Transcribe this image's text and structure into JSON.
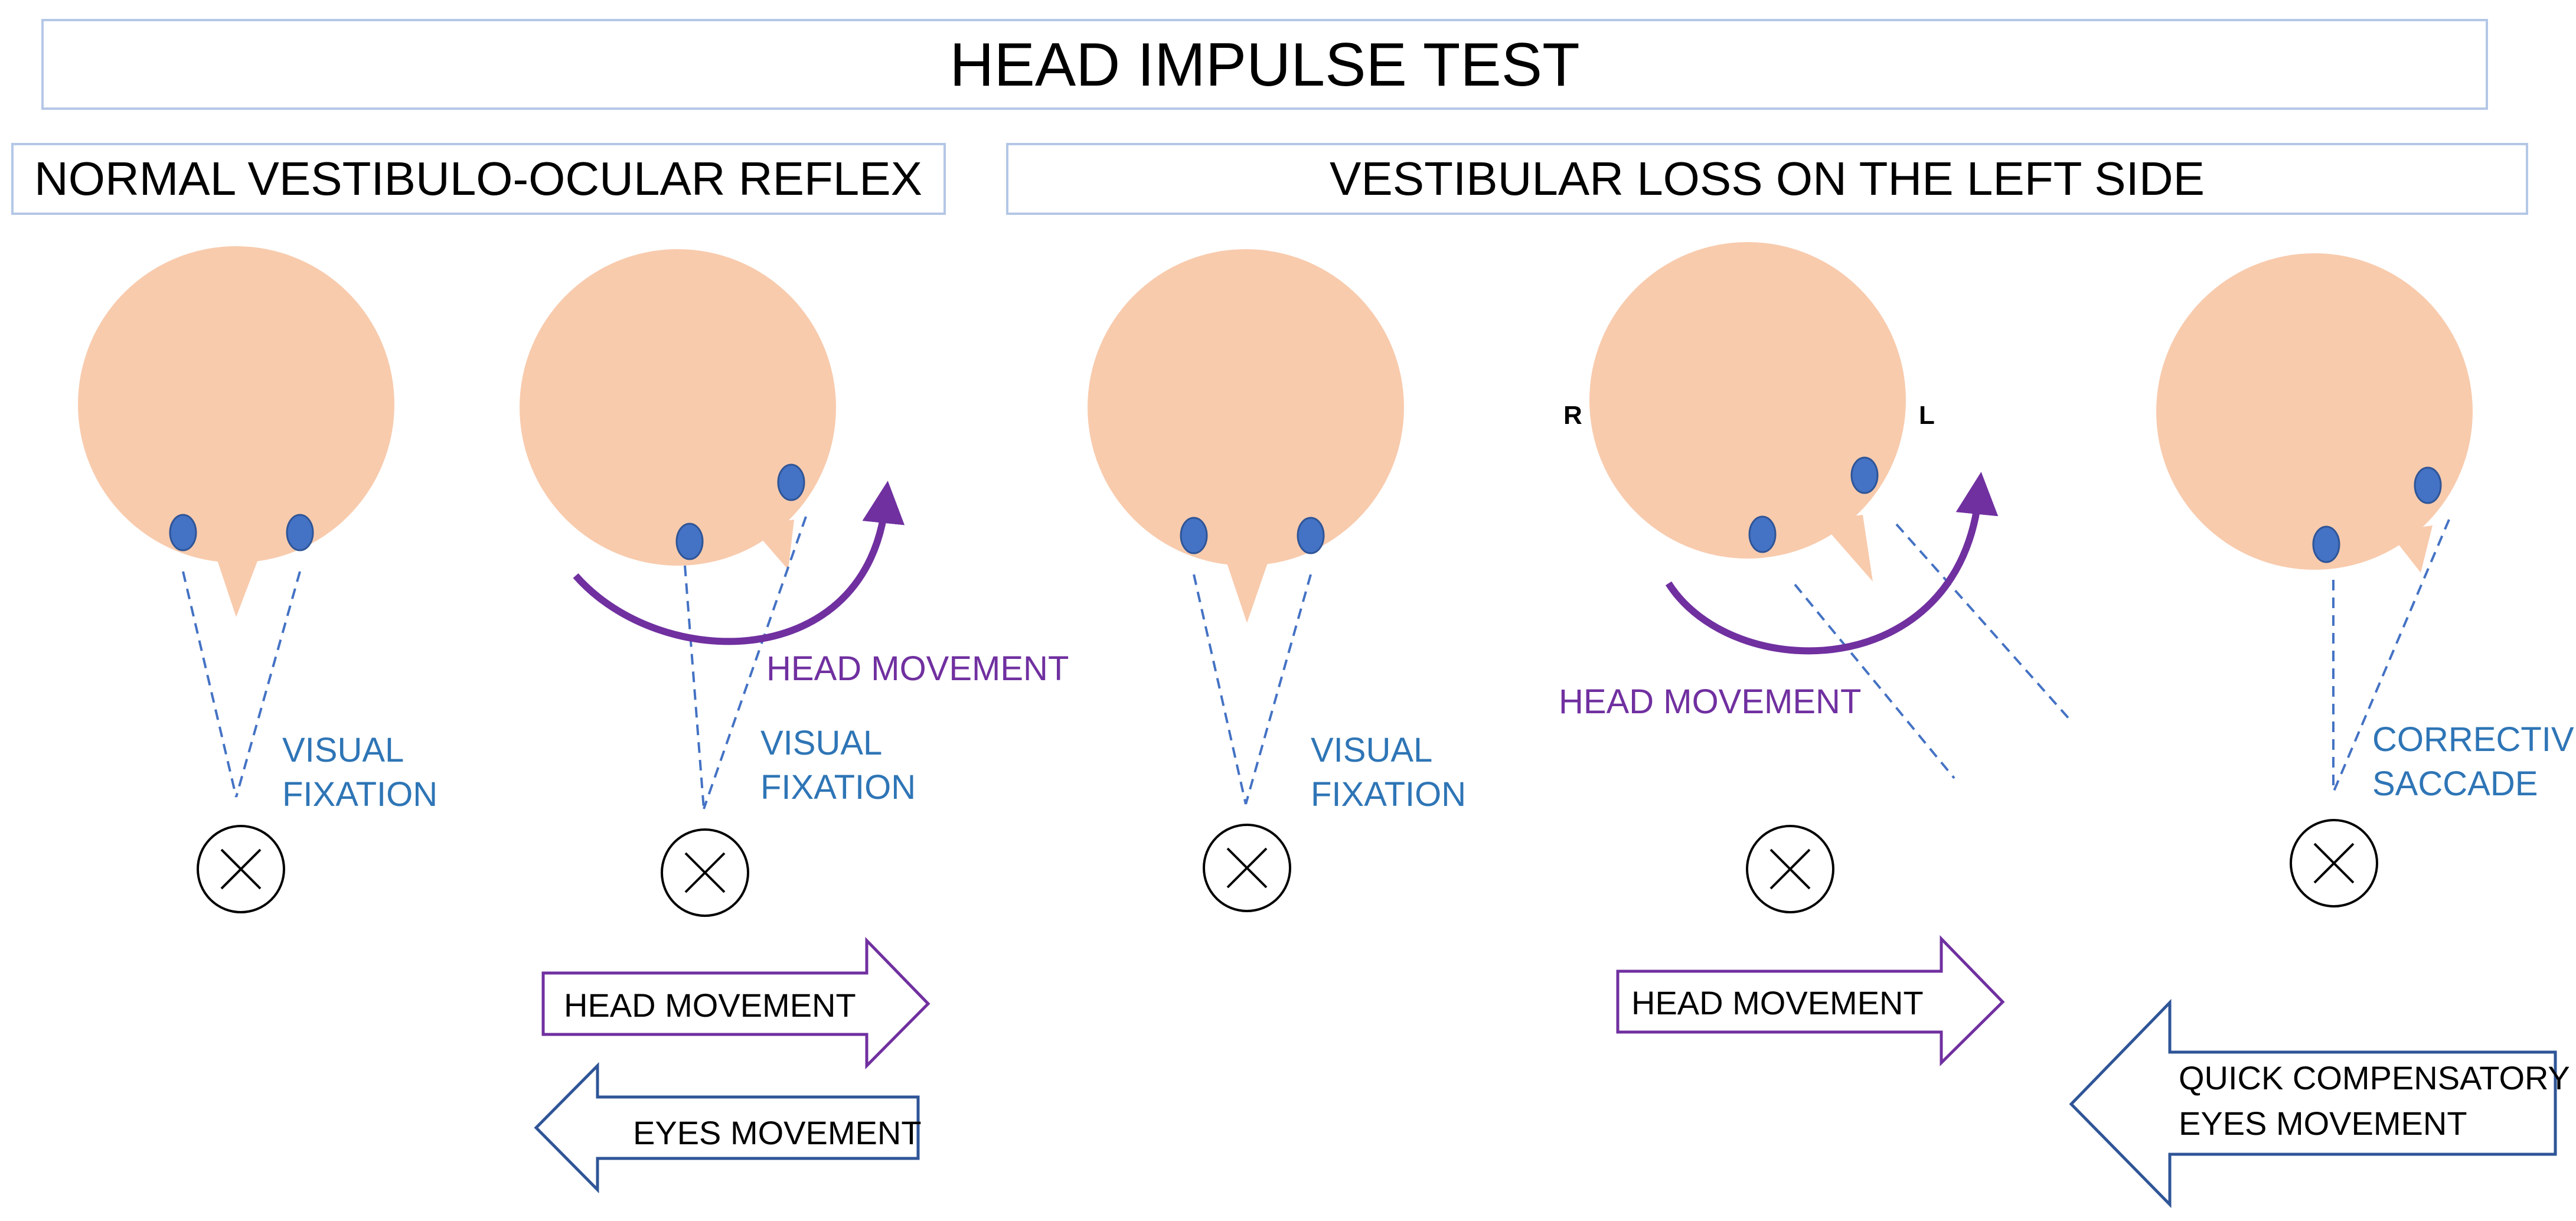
{
  "title": "HEAD IMPULSE TEST",
  "sections": {
    "normal": "NORMAL VESTIBULO-OCULAR REFLEX",
    "loss": "VESTIBULAR LOSS ON THE LEFT SIDE"
  },
  "labels": {
    "visual_fixation_line1": "VISUAL",
    "visual_fixation_line2": "FIXATION",
    "head_movement": "HEAD MOVEMENT",
    "eyes_movement": "EYES MOVEMENT",
    "corrective_saccade_line1": "CORRECTIVE",
    "corrective_saccade_line2": "SACCADE",
    "quick_comp_line1": "QUICK COMPENSATORY",
    "quick_comp_line2": "EYES MOVEMENT",
    "right_side": "R",
    "left_side": "L"
  },
  "colors": {
    "head": "#f8cbad",
    "eye": "#4472c4",
    "fixation_text": "#2e75b6",
    "head_movement": "#7030a0",
    "eyes_movement_arrow": "#2f5597",
    "box_border": "#b4c7e7"
  },
  "icons": {
    "target": "circled-x-icon",
    "rotation_arrow": "curved-arrow-icon",
    "block_arrow_right": "block-arrow-right-icon",
    "block_arrow_left": "block-arrow-left-icon"
  }
}
